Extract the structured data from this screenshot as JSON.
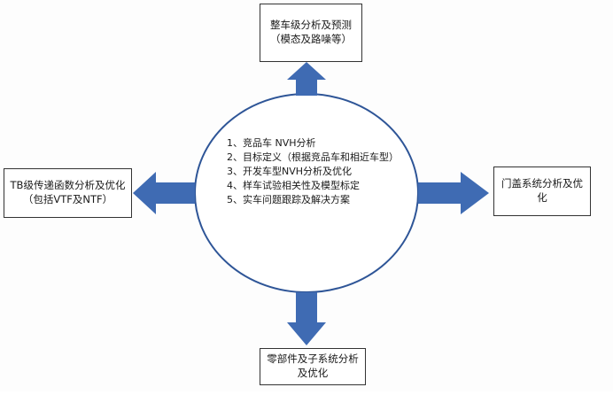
{
  "diagram": {
    "colors": {
      "ellipse_stroke": "#2e5597",
      "ellipse_fill": "#ffffff",
      "arrow_fill": "#3f6bb3",
      "box_border": "#333333"
    },
    "center": {
      "items": [
        "1、竞品车 NVH分析",
        "2、目标定义（根据竞品车和相近车型）",
        "3、开发车型NVH分析及优化",
        "4、样车试验相关性及模型标定",
        "5、实车问题跟踪及解决方案"
      ]
    },
    "boxes": {
      "top": "整车级分析及预测（模态及路噪等）",
      "left": "TB级传递函数分析及优化（包括VTF及NTF）",
      "right": "门盖系统分析及优化",
      "bottom": "零部件及子系统分析及优化"
    }
  }
}
